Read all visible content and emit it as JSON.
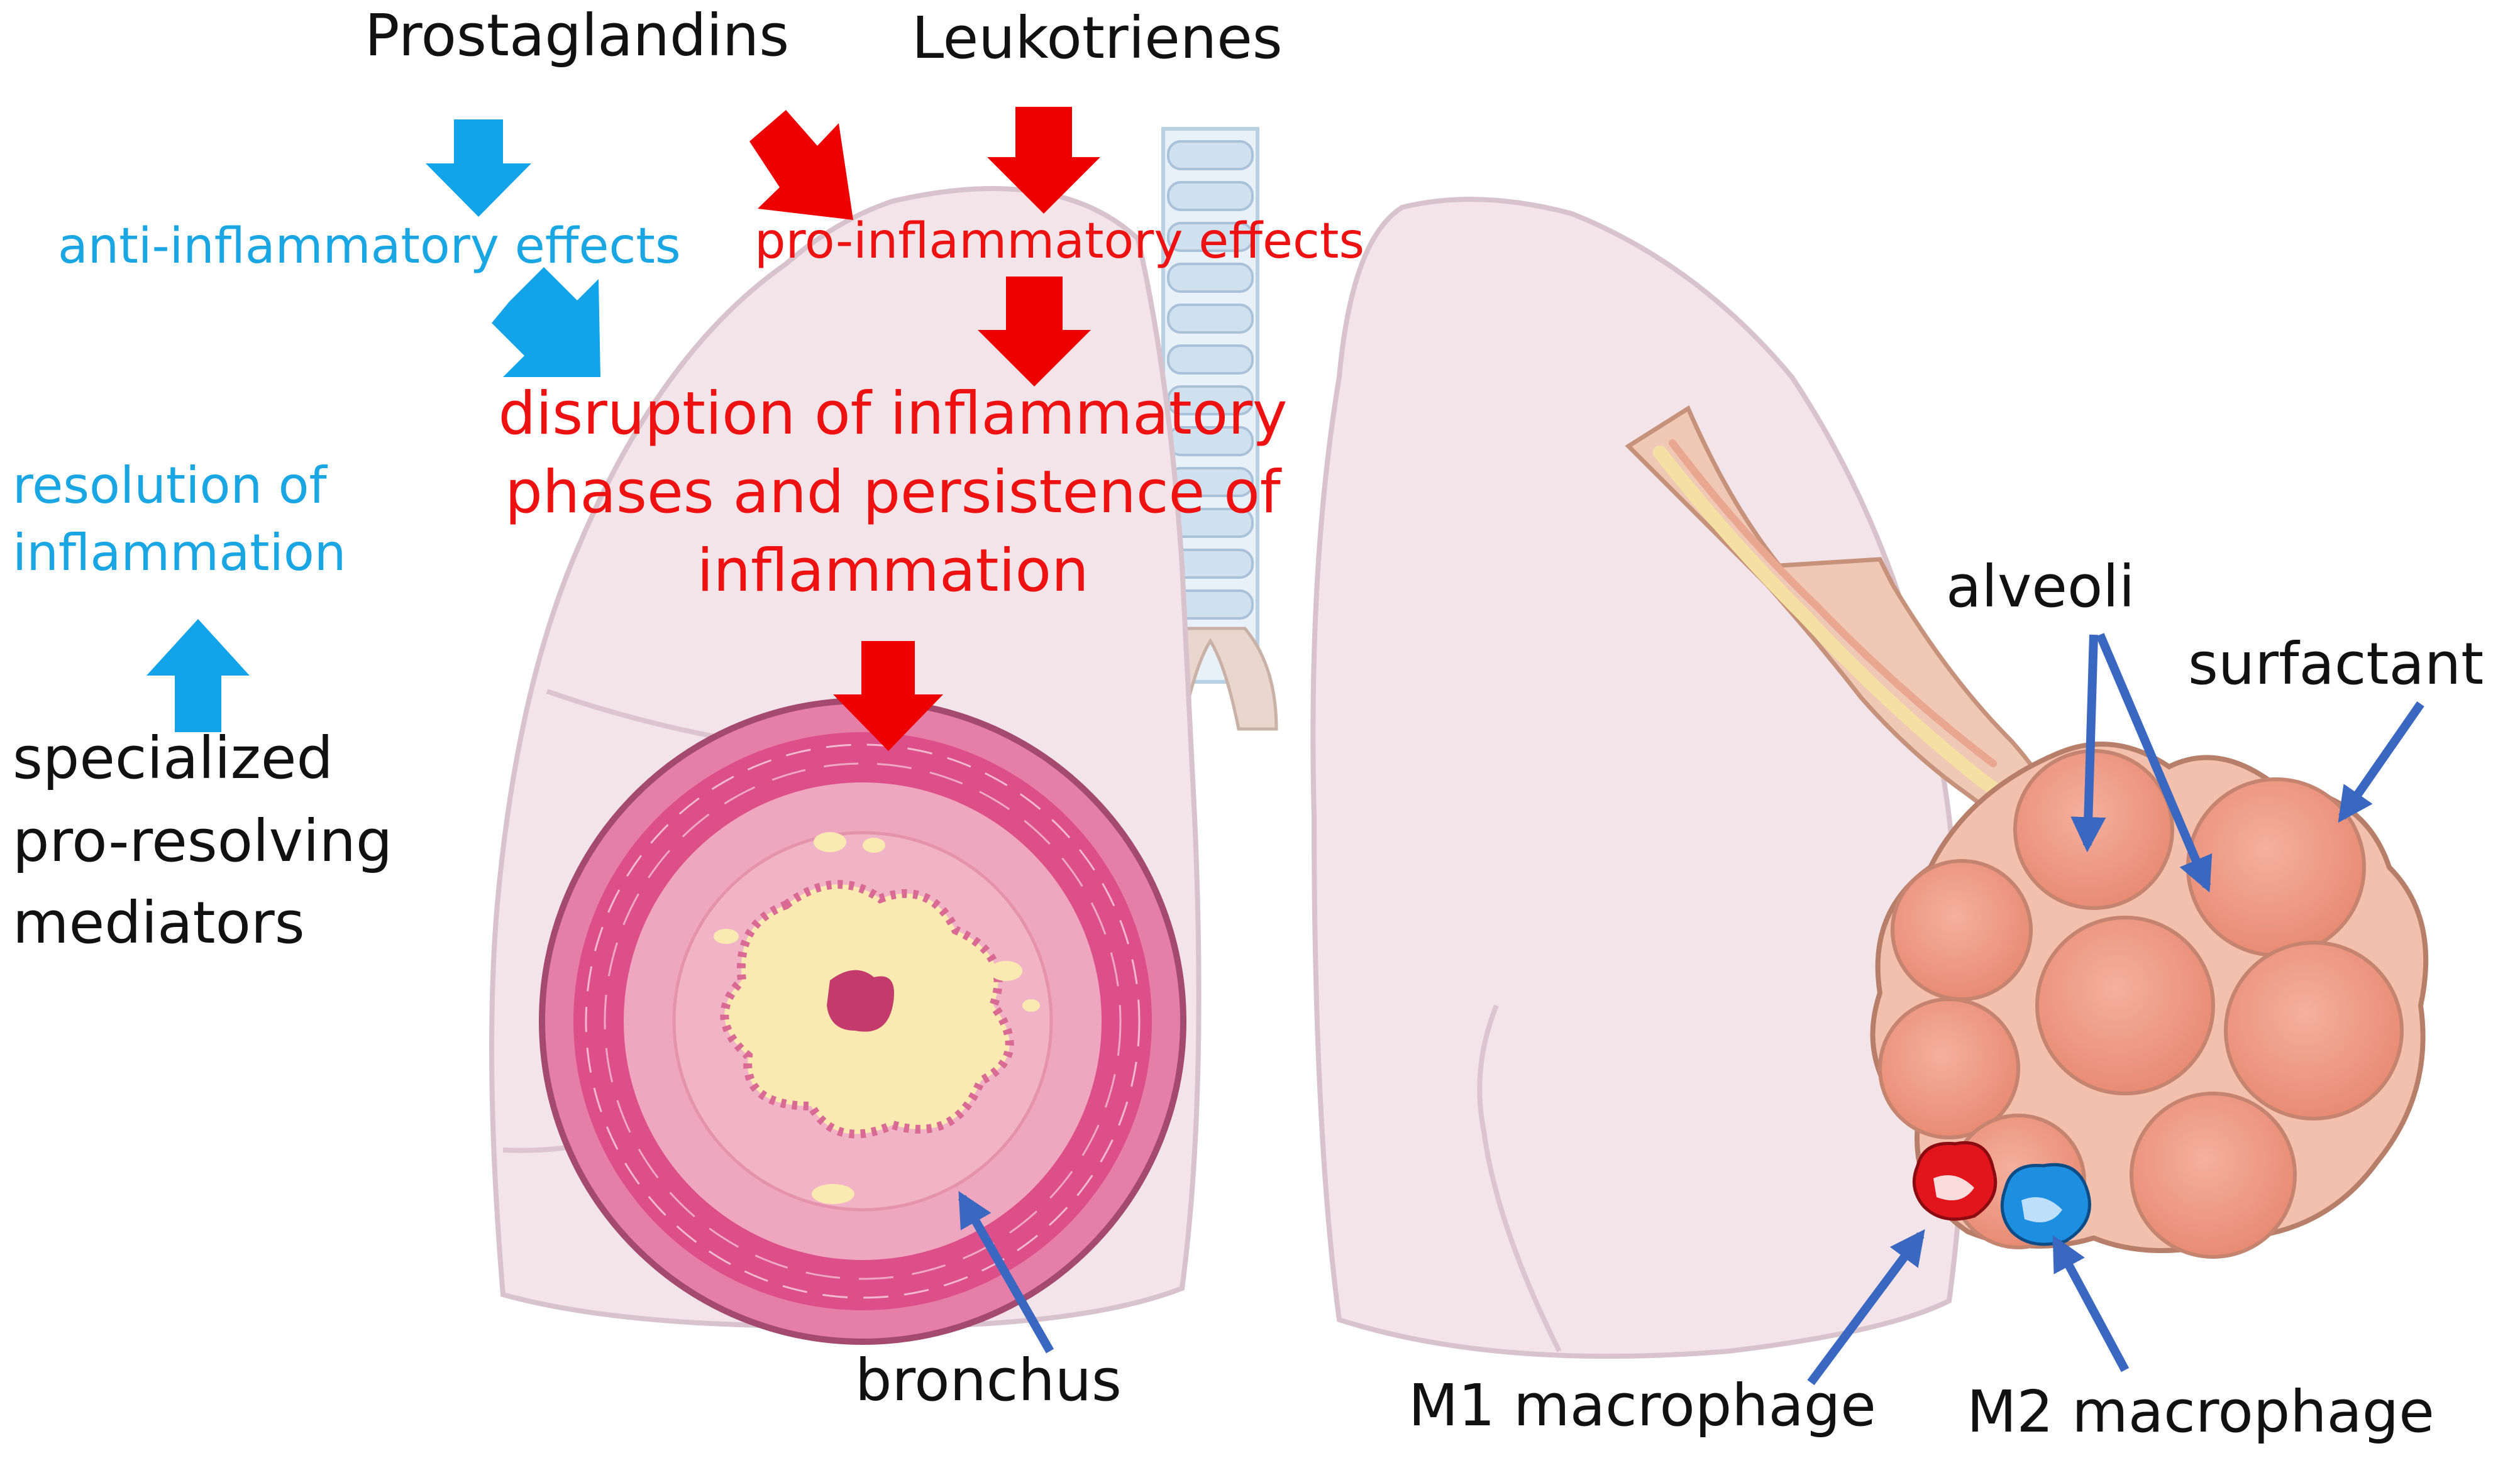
{
  "labels": {
    "prostaglandins": "Prostaglandins",
    "leukotrienes": "Leukotrienes",
    "anti_inflammatory": "anti-inflammatory effects",
    "pro_inflammatory": "pro-inflammatory effects",
    "disruption_line1": "disruption of inflammatory",
    "disruption_line2": "phases and persistence of",
    "disruption_line3": "inflammation",
    "resolution_line1": "resolution of",
    "resolution_line2": "inflammation",
    "spm_line1": "specialized",
    "spm_line2": "pro-resolving",
    "spm_line3": "mediators",
    "alveoli": "alveoli",
    "surfactant": "surfactant",
    "bronchus": "bronchus",
    "m1": "M1 macrophage",
    "m2": "M2 macrophage"
  },
  "colors": {
    "text": "#111111",
    "blue_text": "#1aa6e3",
    "red_text": "#ee1111",
    "blue_arrow": "#12a3e8",
    "red_arrow": "#ee0000",
    "pointer": "#3a67c0",
    "lung": "#f3e4e9",
    "lung_outline": "#d8c2cb",
    "alveolus": "#ef9d85",
    "bronchus_wall": "#e24a86"
  }
}
